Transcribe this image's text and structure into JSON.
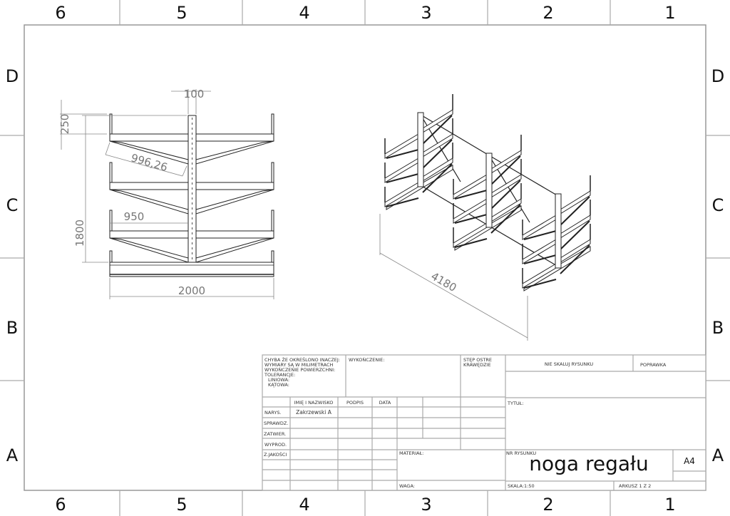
{
  "sheet": {
    "columns_top": [
      "6",
      "5",
      "4",
      "3",
      "2",
      "1"
    ],
    "columns_bottom": [
      "6",
      "5",
      "4",
      "3",
      "2",
      "1"
    ],
    "rows_left": [
      "D",
      "C",
      "B",
      "A"
    ],
    "rows_right": [
      "D",
      "C",
      "B",
      "A"
    ]
  },
  "front_view": {
    "dim_column_width": "100",
    "dim_top_post": "250",
    "dim_diagonal": "996,26",
    "dim_arm": "950",
    "dim_height": "1800",
    "dim_width": "2000"
  },
  "iso_view": {
    "dim_length": "4180"
  },
  "title_block": {
    "general_notes": [
      "CHYBA ŻE OKREŚLONO INACZEJ:",
      "WYMIARY SĄ W MILIMETRACH",
      "WYKOŃCZENIE POWIERZCHNI:",
      "TOLERANCJE:",
      "  LINIOWA:",
      "  KĄTOWA:"
    ],
    "finish_label": "WYKOŃCZENIE:",
    "deburr_label": [
      "STĘP OSTRE",
      "KRAWĘDZIE"
    ],
    "no_scale": "NIE SKALUJ RYSUNKU",
    "revision": "POPRAWKA",
    "header_name": "IMIĘ I NAZWISKO",
    "header_sign": "PODPIS",
    "header_date": "DATA",
    "row_labels": [
      "NARYS.",
      "SPRAWDZ.",
      "ZATWIER.",
      "WYPROD.",
      "Z.JAKOŚCI"
    ],
    "drawn_by": "Zakrzewski A",
    "material_label": "MATERIAŁ:",
    "weight_label": "WAGA:",
    "title_label": "TYTUŁ:",
    "drawing_no_label": "NR RYSUNKU",
    "drawing_no": "noga regału",
    "size": "A4",
    "scale": "SKALA:1:50",
    "sheet": "ARKUSZ 1 Z 2"
  }
}
